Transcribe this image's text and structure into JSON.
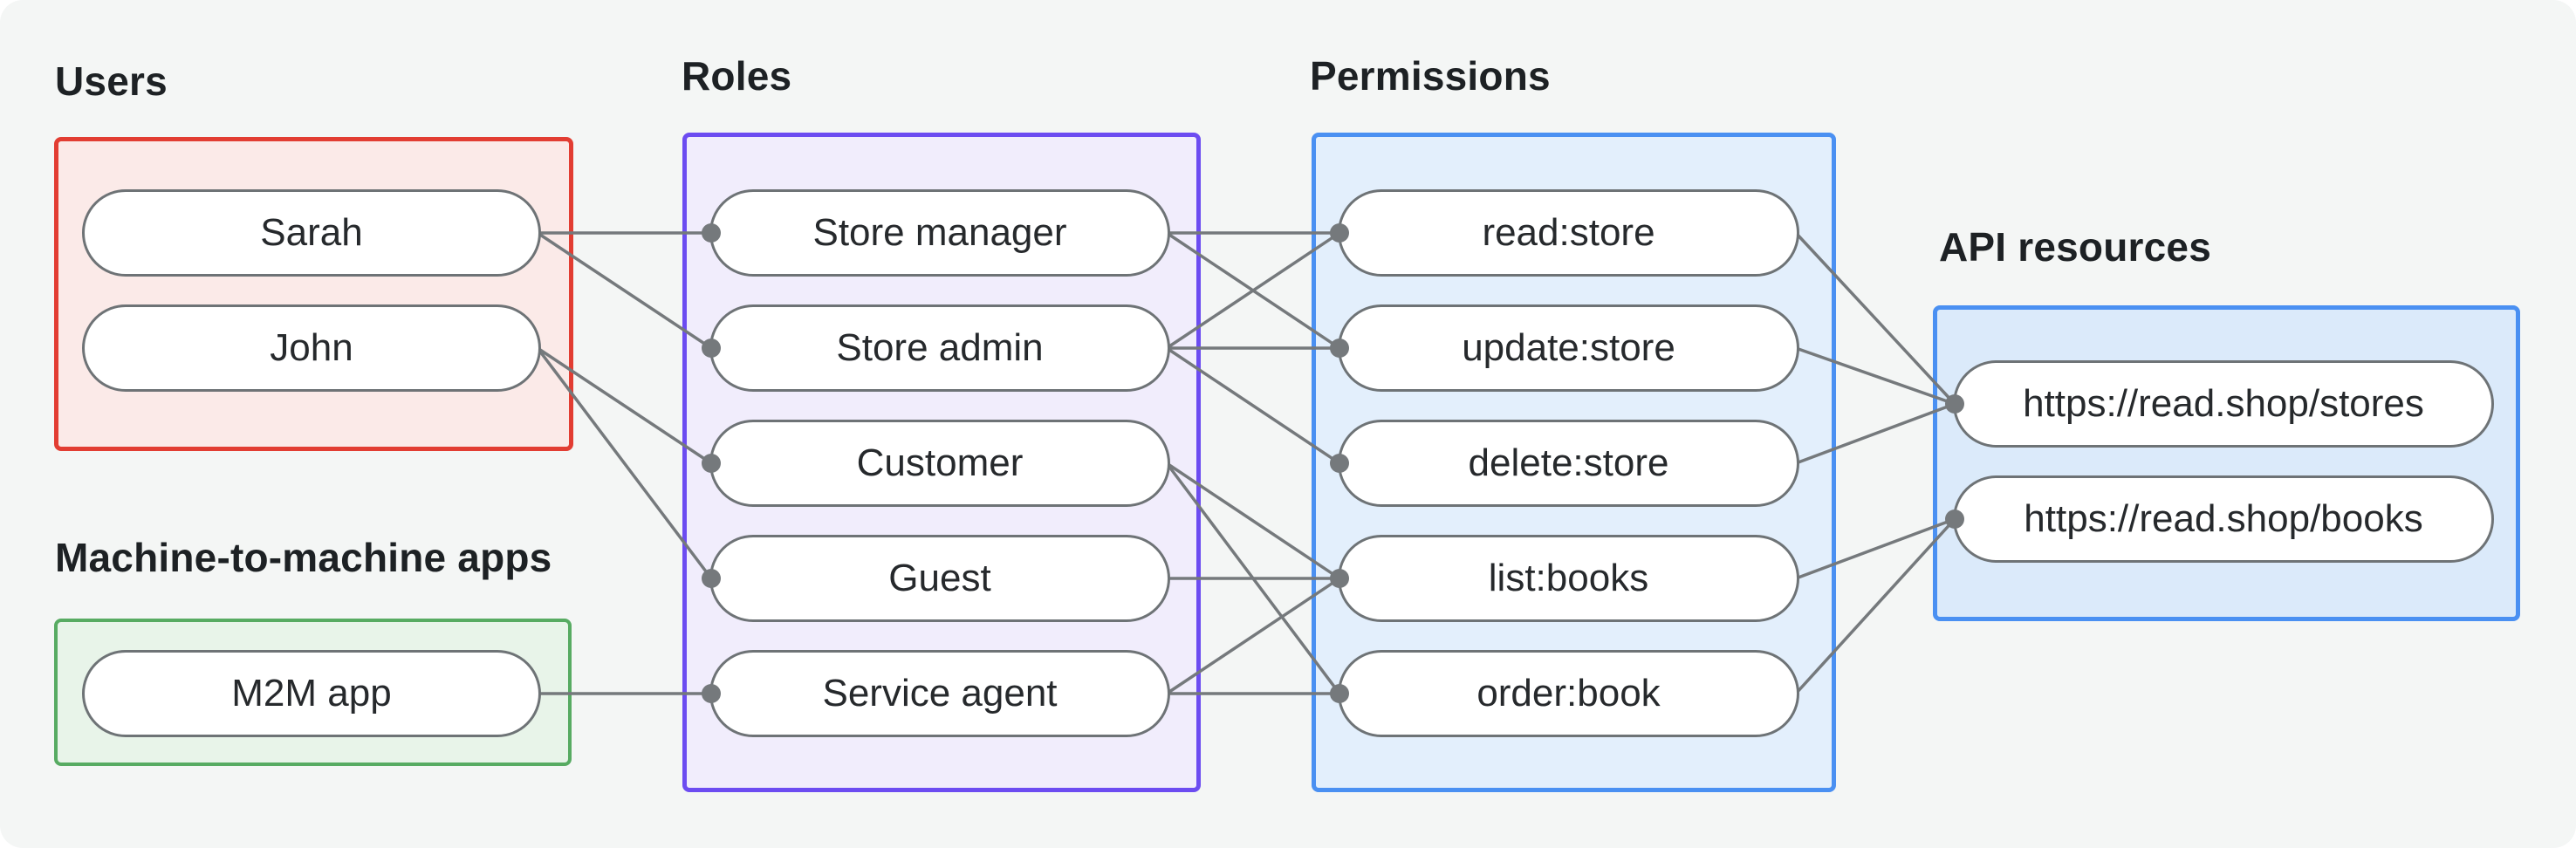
{
  "diagram": {
    "groups": {
      "users": {
        "label": "Users",
        "nodes": [
          {
            "id": "sarah",
            "label": "Sarah"
          },
          {
            "id": "john",
            "label": "John"
          }
        ]
      },
      "m2m": {
        "label": "Machine-to-machine apps",
        "nodes": [
          {
            "id": "m2m-app",
            "label": "M2M app"
          }
        ]
      },
      "roles": {
        "label": "Roles",
        "nodes": [
          {
            "id": "store-manager",
            "label": "Store manager"
          },
          {
            "id": "store-admin",
            "label": "Store admin"
          },
          {
            "id": "customer",
            "label": "Customer"
          },
          {
            "id": "guest",
            "label": "Guest"
          },
          {
            "id": "service-agent",
            "label": "Service agent"
          }
        ]
      },
      "permissions": {
        "label": "Permissions",
        "nodes": [
          {
            "id": "read-store",
            "label": "read:store"
          },
          {
            "id": "update-store",
            "label": "update:store"
          },
          {
            "id": "delete-store",
            "label": "delete:store"
          },
          {
            "id": "list-books",
            "label": "list:books"
          },
          {
            "id": "order-book",
            "label": "order:book"
          }
        ]
      },
      "api_resources": {
        "label": "API resources",
        "nodes": [
          {
            "id": "stores",
            "label": "https://read.shop/stores"
          },
          {
            "id": "books",
            "label": "https://read.shop/books"
          }
        ]
      }
    },
    "edges": [
      [
        "sarah",
        "store-manager"
      ],
      [
        "sarah",
        "store-admin"
      ],
      [
        "john",
        "customer"
      ],
      [
        "john",
        "guest"
      ],
      [
        "m2m-app",
        "service-agent"
      ],
      [
        "store-manager",
        "read-store"
      ],
      [
        "store-manager",
        "update-store"
      ],
      [
        "store-admin",
        "read-store"
      ],
      [
        "store-admin",
        "update-store"
      ],
      [
        "store-admin",
        "delete-store"
      ],
      [
        "customer",
        "list-books"
      ],
      [
        "customer",
        "order-book"
      ],
      [
        "guest",
        "list-books"
      ],
      [
        "service-agent",
        "list-books"
      ],
      [
        "service-agent",
        "order-book"
      ],
      [
        "read-store",
        "stores"
      ],
      [
        "update-store",
        "stores"
      ],
      [
        "delete-store",
        "stores"
      ],
      [
        "list-books",
        "books"
      ],
      [
        "order-book",
        "books"
      ]
    ],
    "colors": {
      "background": "#f4f6f5",
      "text": "#1d2124",
      "users_border": "#e23d32",
      "users_fill": "#fbeae8",
      "m2m_border": "#57ab62",
      "m2m_fill": "#e8f4e9",
      "roles_border": "#6c4cf1",
      "roles_fill": "#f1edfc",
      "permissions_border": "#4a90f2",
      "permissions_fill": "#e3effc",
      "api_border": "#4a90f2",
      "api_fill": "#dbeafa",
      "pill_border": "#6e7376",
      "line": "#75797c"
    }
  }
}
